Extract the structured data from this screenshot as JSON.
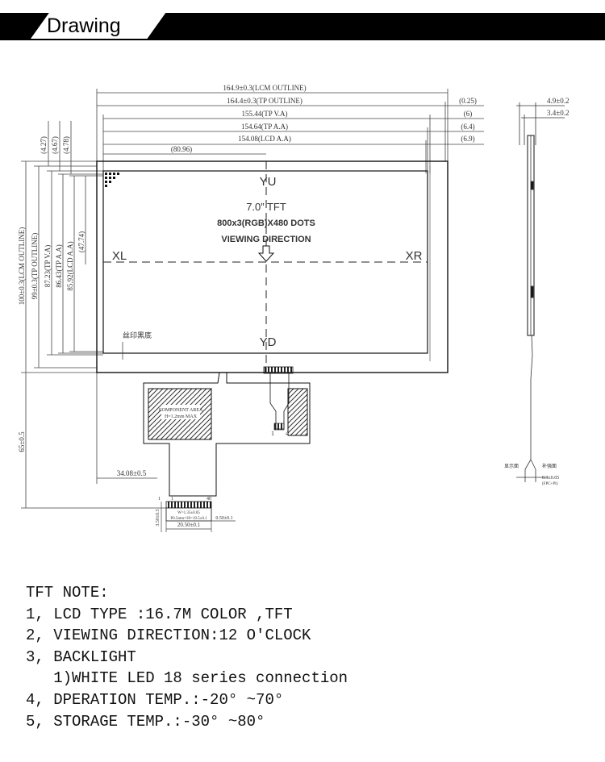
{
  "header": {
    "title": "Drawing"
  },
  "drawing": {
    "dimensions": {
      "lcm_width": "164.9±0.3(LCM OUTLINE)",
      "tp_width": "164.4±0.3(TP OUTLINE)",
      "tp_va_width": "155.44(TP V.A)",
      "tp_aa_width": "154.64(TP A.A)",
      "lcd_aa_width": "154.08(LCD A.A)",
      "offset_025": "(0.25)",
      "offset_6": "(6)",
      "offset_64": "(6.4)",
      "offset_69": "(6.9)",
      "center_x": "(80.96)",
      "v_427": "(4.27)",
      "v_467": "(4.67)",
      "v_478": "(4.78)",
      "lcm_height": "100±0.3(LCM OUTLINE)",
      "tp_height": "99±0.3(TP OUTLINE)",
      "tp_va_height": "87.23(TP V.A)",
      "tp_aa_height": "86.43(TP A.A)",
      "lcd_aa_height": "85.92(LCD A.A)",
      "center_y": "(47.74)",
      "fpc_length": "65±0.5",
      "fpc_offset": "34.08±0.5",
      "thickness_total": "4.9±0.2",
      "thickness_module": "3.4±0.2",
      "fpc_thickness": "0.3±0.05",
      "fpc_thickness_note": "(FPC+PI)",
      "fpc_tail_width": "20.50±0.1",
      "fpc_pitch": "0.50±0.1",
      "fpc_tail_h": "3.50±0.5"
    },
    "panel": {
      "size": "7.0” TFT",
      "resolution": "800x3(RGB)X480 DOTS",
      "viewing": "VIEWING DIRECTION",
      "yu": "YU",
      "yd": "YD",
      "xl": "XL",
      "xr": "XR",
      "silkscreen": "丝印黑底"
    },
    "fpc": {
      "component_area": "COMPONENT AREA",
      "component_height": "H=1.2mm MAX",
      "pin_1": "1",
      "pin_4": "4",
      "tail_pin_1": "1",
      "tail_pin_40": "40",
      "tail_label_top": "W=1.35±0.05",
      "tail_label_bottom": "P0.5mm×39=19.5±0.1"
    },
    "side": {
      "display_side": "显示面",
      "back_side": "补强面"
    }
  },
  "notes": {
    "title": "TFT NOTE:",
    "items": [
      "1, LCD TYPE :16.7M COLOR ,TFT",
      "2, VIEWING DIRECTION:12 O'CLOCK",
      "3, BACKLIGHT",
      "   1)WHITE LED 18 series connection",
      "4, DPERATION TEMP.:-20° ~70°",
      "5, STORAGE TEMP.:-30° ~80°"
    ]
  }
}
